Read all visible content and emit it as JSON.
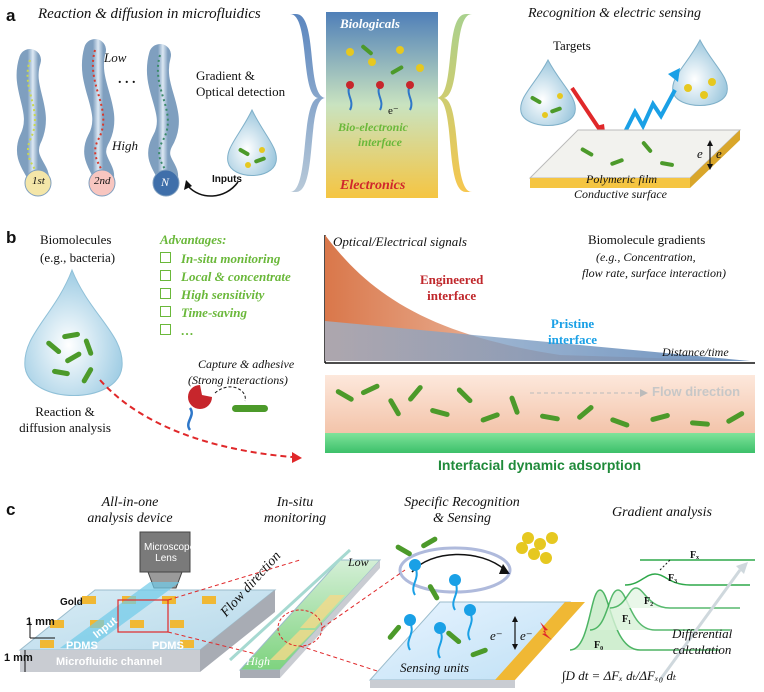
{
  "panel_a": {
    "letter": "a",
    "title_left": "Reaction & diffusion in microfluidics",
    "low_label": "Low",
    "high_label": "High",
    "dots": ". . .",
    "tube_labels": [
      "1st",
      "2nd",
      "N"
    ],
    "gradient_label_1": "Gradient &",
    "gradient_label_2": "Optical detection",
    "inputs_label": "Inputs",
    "biologicals": "Biologicals",
    "electron": "e⁻",
    "interface_1": "Bio-electronic",
    "interface_2": "interface",
    "electronics": "Electronics",
    "title_right": "Recognition & electric sensing",
    "targets": "Targets",
    "polymeric_film": "Polymeric film",
    "conductive_surface": "Conductive surface",
    "e_label": "e"
  },
  "panel_b": {
    "letter": "b",
    "biomolecules_1": "Biomolecules",
    "biomolecules_2": "(e.g., bacteria)",
    "advantages_title": "Advantages:",
    "advantages": [
      "In-situ monitoring",
      "Local & concentrate",
      "High sensitivity",
      "Time-saving",
      "…"
    ],
    "reaction_1": "Reaction &",
    "reaction_2": "diffusion analysis",
    "capture_1": "Capture & adhesive",
    "capture_2": "(Strong interactions)",
    "y_axis": "Optical/Electrical signals",
    "gradients_1": "Biomolecule gradients",
    "gradients_2": "(e.g., Concentration,",
    "gradients_3": "flow rate, surface interaction)",
    "engineered_1": "Engineered",
    "engineered_2": "interface",
    "pristine_1": "Pristine",
    "pristine_2": "interface",
    "x_axis": "Distance/time",
    "flow_direction": "Flow direction",
    "adsorption": "Interfacial dynamic adsorption"
  },
  "panel_c": {
    "letter": "c",
    "all_in_one_1": "All-in-one",
    "all_in_one_2": "analysis device",
    "insitu_1": "In-situ",
    "insitu_2": "monitoring",
    "specific_1": "Specific Recognition",
    "specific_2": "& Sensing",
    "gradient_analysis": "Gradient analysis",
    "microscope_1": "Microscope",
    "microscope_2": "Lens",
    "gold": "Gold",
    "one_mm_a": "1 mm",
    "one_mm_b": "1 mm",
    "input": "Input",
    "pdms_a": "PDMS",
    "pdms_b": "PDMS",
    "microfluidic_channel": "Microfluidic channel",
    "flow_direction": "Flow direction",
    "low": "Low",
    "high": "High",
    "sensing_units": "Sensing units",
    "e_label": "e⁻",
    "f0": "F₀",
    "f1": "F₁",
    "f2": "F₂",
    "f3": "F₃",
    "fx": "Fₓ",
    "differential_1": "Differential",
    "differential_2": "calculation",
    "formula": "∫D dt = ΔFₓ dₜ/ΔFₓ₀ dₜ"
  }
}
